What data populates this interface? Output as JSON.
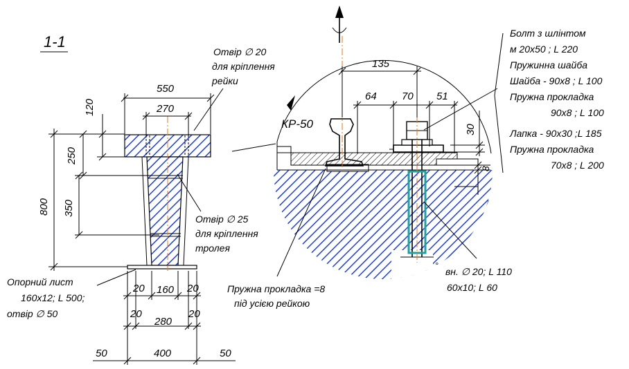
{
  "section": {
    "title": "1-1"
  },
  "left_notes": {
    "rail_hole": [
      "Отвір ∅ 20",
      "для кріплення",
      "рейки"
    ],
    "trolley_hole": [
      "Отвір ∅ 25",
      "для кріплення",
      "тролея"
    ],
    "base_plate": [
      "Опорний лист",
      "160x12; L 500;",
      "отвір ∅ 50"
    ]
  },
  "left_dims": {
    "top_width": "550",
    "top_inner": "270",
    "flange_h": "120",
    "upper_h": "250",
    "mid_h": "350",
    "total_h": "800",
    "b1_left": "20",
    "b1_mid": "160",
    "b1_right": "20",
    "b2_left": "20",
    "b2_mid": "280",
    "b2_right": "20",
    "b3_left": "50",
    "b3_mid": "400",
    "b3_right": "50"
  },
  "detail": {
    "rail_type": "КР-50",
    "dim_135": "135",
    "dim_64": "64",
    "dim_70": "70",
    "dim_51": "51",
    "dim_30": "30",
    "dim_8": "8",
    "rail_pad_note": [
      "Пружна прокладка =8",
      "під усією рейкою"
    ],
    "sleeve_note": [
      "вн. ∅ 20; L 110",
      "60x10; L 60"
    ]
  },
  "spec_lines": [
    "Болт з шлінтом",
    "м 20x50 ; L 220",
    "Пружинна шайба",
    "Шайба - 90x8 ; L 100",
    "Пружна прокладка",
    "90x8 ; L 100",
    "Лапка - 90x30 ;L 185",
    "Пружна прокладка",
    "70x8 ; L 200"
  ]
}
